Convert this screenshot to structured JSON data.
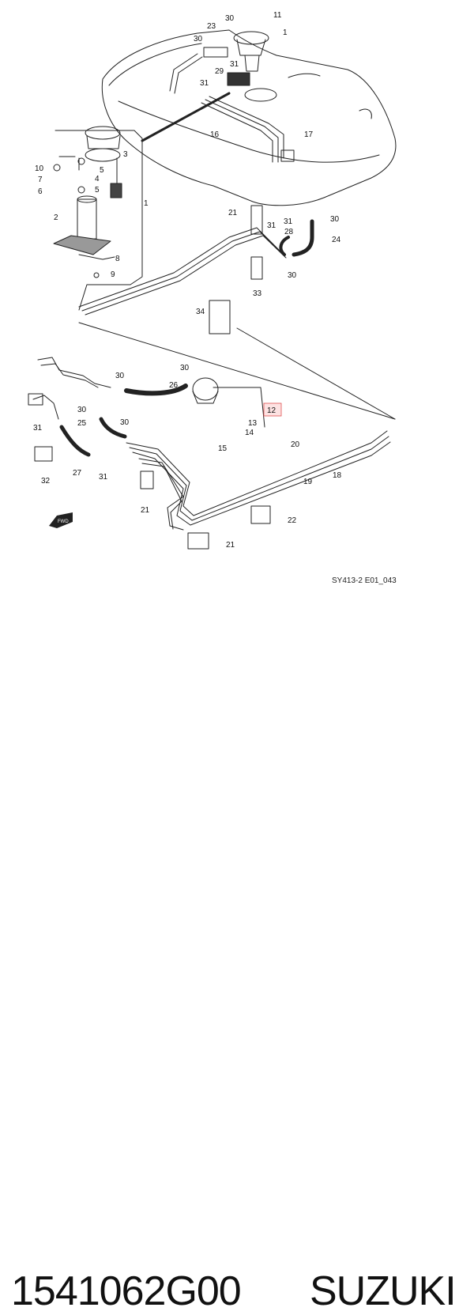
{
  "diagram": {
    "reference_code": "SY413-2 E01_043",
    "highlighted_part": "12",
    "fwd_label": "FWD",
    "callouts": [
      {
        "id": "c11",
        "text": "11"
      },
      {
        "id": "c1a",
        "text": "1"
      },
      {
        "id": "c23",
        "text": "23"
      },
      {
        "id": "c30a",
        "text": "30"
      },
      {
        "id": "c30b",
        "text": "30"
      },
      {
        "id": "c31a",
        "text": "31"
      },
      {
        "id": "c29",
        "text": "29"
      },
      {
        "id": "c31b",
        "text": "31"
      },
      {
        "id": "c17",
        "text": "17"
      },
      {
        "id": "c16",
        "text": "16"
      },
      {
        "id": "c3",
        "text": "3"
      },
      {
        "id": "c10",
        "text": "10"
      },
      {
        "id": "c5a",
        "text": "5"
      },
      {
        "id": "c7",
        "text": "7"
      },
      {
        "id": "c4",
        "text": "4"
      },
      {
        "id": "c6",
        "text": "6"
      },
      {
        "id": "c5b",
        "text": "5"
      },
      {
        "id": "c1b",
        "text": "1"
      },
      {
        "id": "c2",
        "text": "2"
      },
      {
        "id": "c8",
        "text": "8"
      },
      {
        "id": "c9",
        "text": "9"
      },
      {
        "id": "c21a",
        "text": "21"
      },
      {
        "id": "c31c",
        "text": "31"
      },
      {
        "id": "c30c",
        "text": "30"
      },
      {
        "id": "c31d",
        "text": "31"
      },
      {
        "id": "c28",
        "text": "28"
      },
      {
        "id": "c24",
        "text": "24"
      },
      {
        "id": "c30d",
        "text": "30"
      },
      {
        "id": "c33",
        "text": "33"
      },
      {
        "id": "c34",
        "text": "34"
      },
      {
        "id": "c30e",
        "text": "30"
      },
      {
        "id": "c30f",
        "text": "30"
      },
      {
        "id": "c26",
        "text": "26"
      },
      {
        "id": "c30g",
        "text": "30"
      },
      {
        "id": "c25",
        "text": "25"
      },
      {
        "id": "c30h",
        "text": "30"
      },
      {
        "id": "c31e",
        "text": "31"
      },
      {
        "id": "c13",
        "text": "13"
      },
      {
        "id": "c14",
        "text": "14"
      },
      {
        "id": "c15",
        "text": "15"
      },
      {
        "id": "c32",
        "text": "32"
      },
      {
        "id": "c27",
        "text": "27"
      },
      {
        "id": "c31f",
        "text": "31"
      },
      {
        "id": "c20",
        "text": "20"
      },
      {
        "id": "c19",
        "text": "19"
      },
      {
        "id": "c18",
        "text": "18"
      },
      {
        "id": "c21b",
        "text": "21"
      },
      {
        "id": "c22",
        "text": "22"
      },
      {
        "id": "c21c",
        "text": "21"
      }
    ]
  },
  "caption": {
    "part_number": "1541062G00",
    "brand": "SUZUKI"
  }
}
